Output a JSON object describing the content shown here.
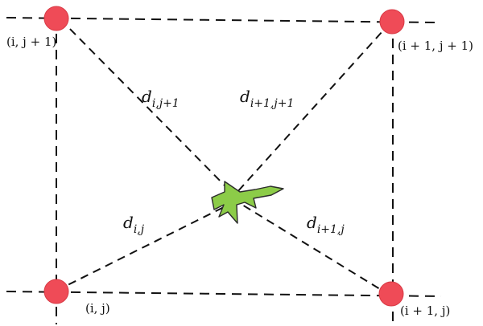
{
  "colors": {
    "node_fill": "#ef4b57",
    "aircraft_fill": "#8ccc48",
    "line": "#111111"
  },
  "nodes": {
    "top_left": {
      "label": "(i, j + 1)"
    },
    "top_right": {
      "label": "(i + 1, j + 1)"
    },
    "bottom_left": {
      "label": "(i, j)"
    },
    "bottom_right": {
      "label": "(i + 1, j)"
    }
  },
  "distances": {
    "top_left": {
      "symbol": "d",
      "subscript": "i,j+1"
    },
    "top_right": {
      "symbol": "d",
      "subscript": "i+1,j+1"
    },
    "bottom_left": {
      "symbol": "d",
      "subscript": "i,j"
    },
    "bottom_right": {
      "symbol": "d",
      "subscript": "i+1,j"
    }
  },
  "aircraft": {
    "icon": "fighter-jet-icon"
  }
}
